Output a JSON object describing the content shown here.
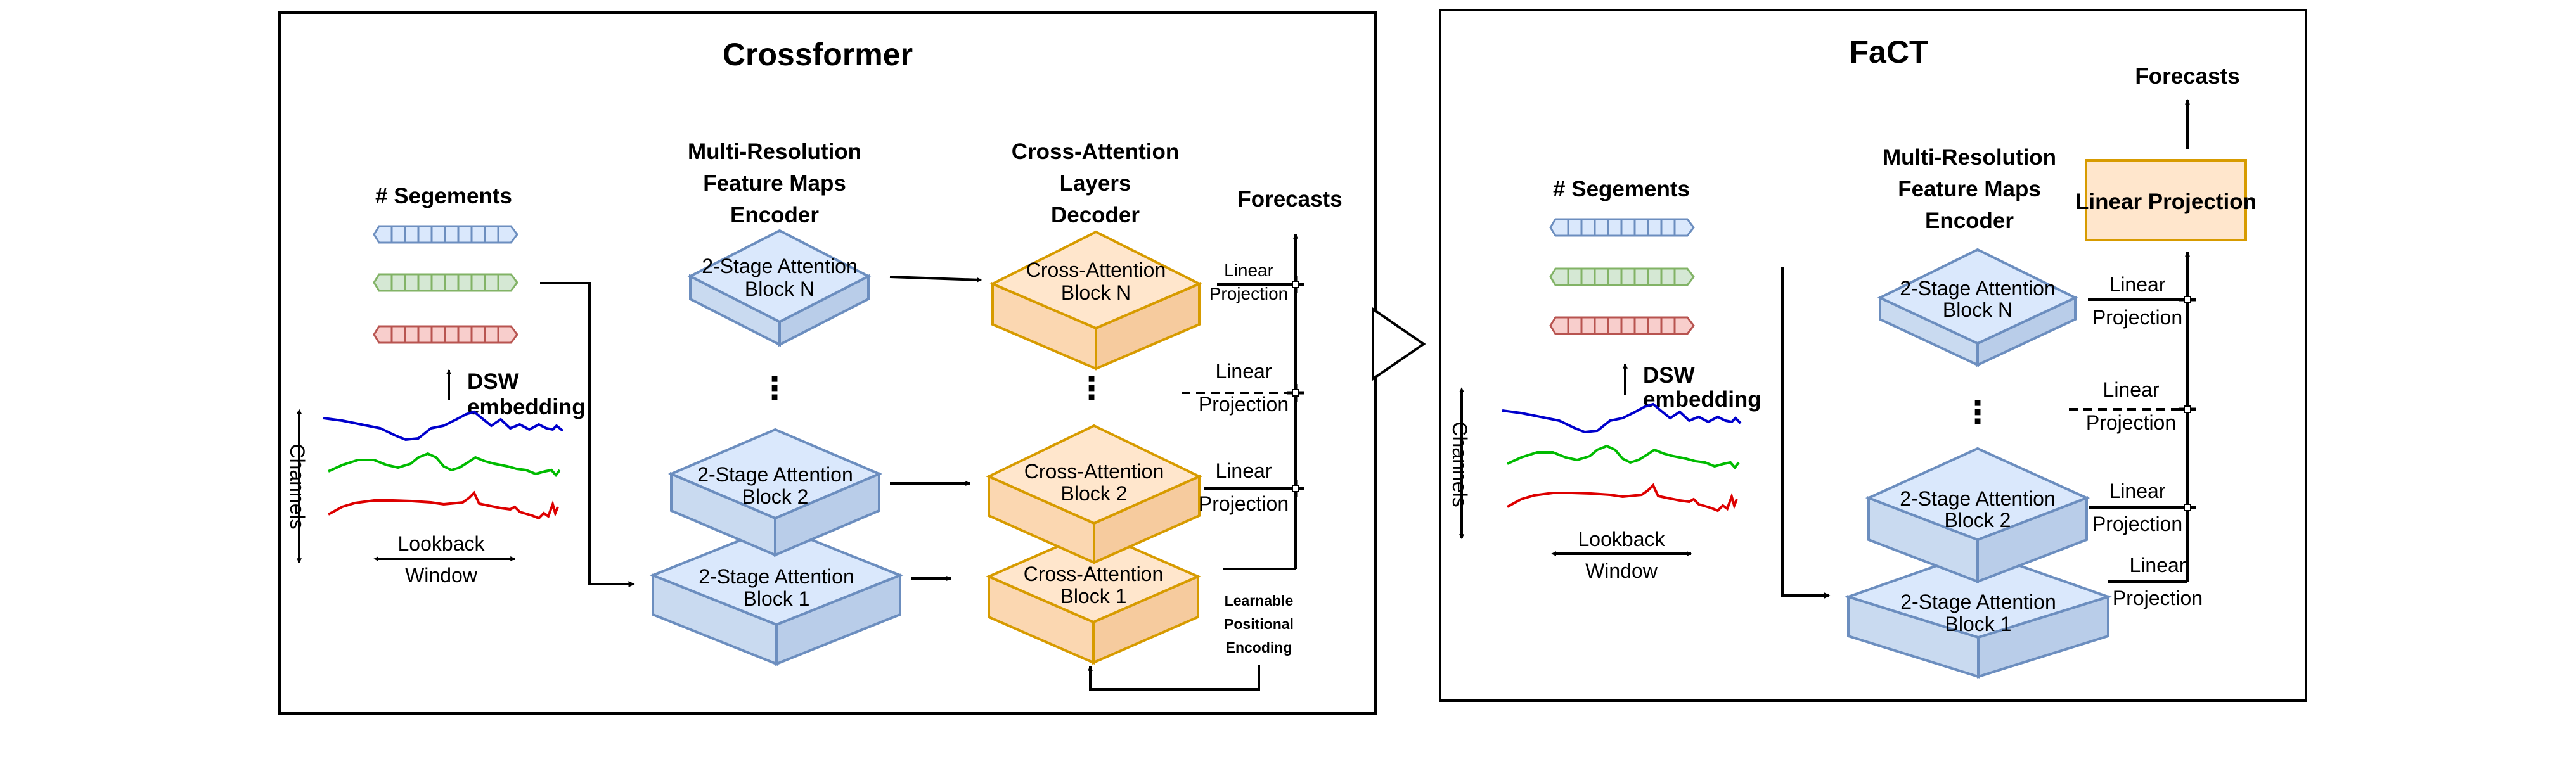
{
  "crossformer": {
    "title": "Crossformer",
    "segments_label": "# Segements",
    "dsw_label": [
      "DSW",
      "embedding"
    ],
    "channels_label": "Channels",
    "lookback_label": [
      "Lookback",
      "Window"
    ],
    "encoder_header": [
      "Multi-Resolution",
      "Feature Maps",
      "Encoder"
    ],
    "decoder_header": [
      "Cross-Attention",
      "Layers",
      "Decoder"
    ],
    "forecasts_label": "Forecasts",
    "encoder_blocks": [
      [
        "2-Stage Attention",
        "Block N"
      ],
      [
        "2-Stage Attention",
        "Block 2"
      ],
      [
        "2-Stage Attention",
        "Block 1"
      ]
    ],
    "decoder_blocks": [
      [
        "Cross-Attention",
        "Block N"
      ],
      [
        "Cross-Attention",
        "Block 2"
      ],
      [
        "Cross-Attention",
        "Block 1"
      ]
    ],
    "projection_labels": [
      [
        "Linear",
        "Projection"
      ],
      [
        "Linear",
        "Projection"
      ],
      [
        "Linear",
        "Projection"
      ]
    ],
    "ellipsis": "⋮",
    "positional_label": [
      "Learnable",
      "Positional",
      "Encoding"
    ]
  },
  "fact": {
    "title": "FaCT",
    "segments_label": "# Segements",
    "dsw_label": [
      "DSW",
      "embedding"
    ],
    "channels_label": "Channels",
    "lookback_label": [
      "Lookback",
      "Window"
    ],
    "encoder_header": [
      "Multi-Resolution",
      "Feature Maps",
      "Encoder"
    ],
    "forecasts_label": "Forecasts",
    "linear_projection_box": "Linear Projection",
    "encoder_blocks": [
      [
        "2-Stage Attention",
        "Block N"
      ],
      [
        "2-Stage Attention",
        "Block 2"
      ],
      [
        "2-Stage Attention",
        "Block 1"
      ]
    ],
    "projection_labels": [
      [
        "Linear",
        "Projection"
      ],
      [
        "Linear",
        "Projection"
      ],
      [
        "Linear",
        "Projection"
      ],
      [
        "Linear",
        "Projection"
      ]
    ],
    "ellipsis": "⋮"
  },
  "colors": {
    "blue_block_fill": "#dae8fc",
    "blue_block_stroke": "#6c8ebf",
    "orange_block_fill": "#ffe6cc",
    "orange_block_stroke": "#d79b00",
    "series_blue": "#0000cc",
    "series_green": "#00bb00",
    "series_red": "#dd0000",
    "segment_green_fill": "#d5e8d4",
    "segment_green_stroke": "#82b366",
    "segment_red_fill": "#f8cecc",
    "segment_red_stroke": "#b85450"
  }
}
